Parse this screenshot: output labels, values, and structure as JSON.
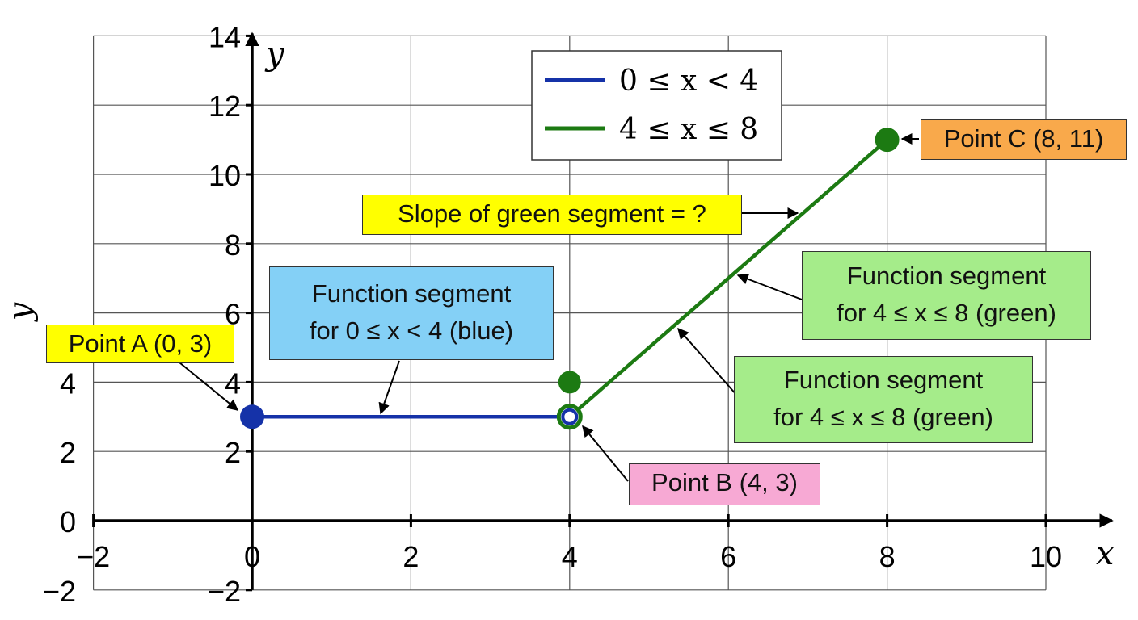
{
  "chart_data": {
    "type": "line",
    "x_axis": {
      "label": "x",
      "range": [
        -2,
        10
      ],
      "tick_labels": [
        "−2",
        "0",
        "2",
        "4",
        "6",
        "8",
        "10"
      ],
      "tick_values": [
        -2,
        0,
        2,
        4,
        6,
        8,
        10
      ]
    },
    "y_axis": {
      "label": "y",
      "range": [
        -2,
        14
      ],
      "tick_labels": [
        "−2",
        "2",
        "4",
        "6",
        "8",
        "10",
        "12",
        "14"
      ],
      "tick_values": [
        -2,
        2,
        4,
        6,
        8,
        10,
        12,
        14
      ],
      "secondary_tick_labels": [
        "−2",
        "0",
        "2",
        "4"
      ],
      "secondary_tick_values": [
        -2,
        0,
        2,
        4
      ]
    },
    "grid": true,
    "legend_position": "top-center",
    "series": [
      {
        "name": "0 ≤ x < 4",
        "color": "#1532a8",
        "points": [
          {
            "x": 0,
            "y": 3
          },
          {
            "x": 4,
            "y": 3
          }
        ],
        "start_marker": "closed",
        "end_marker": "open"
      },
      {
        "name": "4 ≤ x ≤ 8",
        "color": "#1c7a12",
        "points": [
          {
            "x": 4,
            "y": 3
          },
          {
            "x": 8,
            "y": 11
          }
        ],
        "start_marker": "open",
        "end_marker": "closed"
      }
    ],
    "extra_points": [
      {
        "x": 4,
        "y": 4,
        "color": "#1c7a12",
        "style": "closed"
      }
    ]
  },
  "annotations": {
    "point_a": "Point A (0, 3)",
    "point_b": "Point B (4, 3)",
    "point_c": "Point C (8, 11)",
    "slope_question": "Slope of green segment = ?",
    "blue_segment_line1": "Function segment",
    "blue_segment_line2": "for 0 ≤ x < 4 (blue)",
    "green_segment_1_line1": "Function segment",
    "green_segment_1_line2": "for 4 ≤ x ≤ 8 (green)",
    "green_segment_2_line1": "Function segment",
    "green_segment_2_line2": "for 4 ≤ x ≤ 8 (green)"
  },
  "colors": {
    "blue": "#1532a8",
    "green": "#1c7a12",
    "callout_yellow": "#ffff00",
    "callout_blue": "#84d0f6",
    "callout_green": "#a5ec8a",
    "callout_pink": "#f7a9d4",
    "callout_orange": "#f9a94b"
  }
}
